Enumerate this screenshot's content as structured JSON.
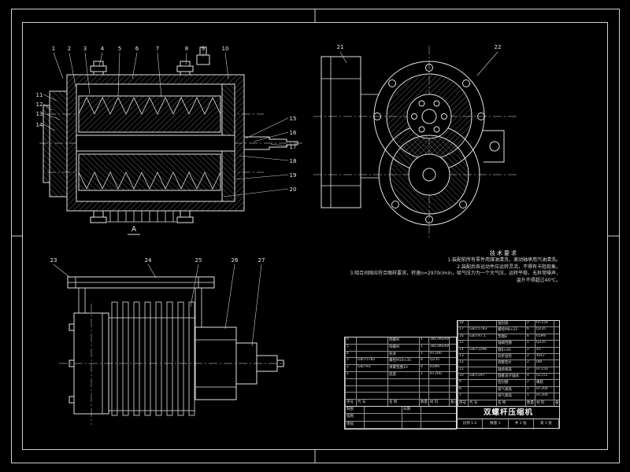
{
  "sheet": {
    "label_a": "A"
  },
  "notes": {
    "heading": "技术要求",
    "lines": [
      "1.装配前所有零件用煤油清洗，滚动轴承用汽油清洗。",
      "2.装配后各运动件应运转灵活，不得有卡阻现象。",
      "3.啮合间隙应符合图样要求，转速n=2970r/min，吸气压力为一个大气压，运转平稳，无异常噪声，",
      "温升不得超过40℃。"
    ]
  },
  "callouts": {
    "a_top": [
      "1",
      "2",
      "3",
      "4",
      "5",
      "6",
      "7",
      "8",
      "9",
      "10"
    ],
    "a_left": [
      "11",
      "12",
      "13",
      "14"
    ],
    "a_right": [
      "15",
      "16",
      "17",
      "18",
      "19",
      "20"
    ],
    "b_top": [
      "21",
      "22"
    ],
    "c_top": [
      "23",
      "24",
      "25",
      "26",
      "27"
    ]
  },
  "bom": {
    "headers": [
      "序号",
      "代  号",
      "名  称",
      "数量",
      "材 料",
      "备注"
    ],
    "right_rows": [
      [
        "18",
        "",
        "油封盖",
        "2",
        "HT150",
        ""
      ],
      [
        "17",
        "GB/T5783",
        "螺栓M8×25",
        "6",
        "Q235",
        ""
      ],
      [
        "16",
        "GB/T97.1",
        "垫圈8",
        "6",
        "65Mn",
        ""
      ],
      [
        "15",
        "",
        "轴端挡圈",
        "1",
        "Q235",
        ""
      ],
      [
        "14",
        "GB/T1096",
        "键8×40",
        "2",
        "45",
        ""
      ],
      [
        "13",
        "",
        "同步齿轮",
        "2",
        "40Cr",
        ""
      ],
      [
        "12",
        "",
        "调整垫片",
        "2",
        "08F",
        ""
      ],
      [
        "11",
        "",
        "轴承端盖",
        "2",
        "HT150",
        ""
      ],
      [
        "10",
        "GB/T297",
        "圆锥滚子轴承",
        "4",
        "GCr15",
        ""
      ],
      [
        "9",
        "",
        "密封圈",
        "2",
        "橡胶",
        ""
      ],
      [
        "8",
        "",
        "吸气端盖",
        "1",
        "HT200",
        ""
      ],
      [
        "7",
        "",
        "排气端盖",
        "1",
        "HT200",
        ""
      ]
    ],
    "left_rows": [
      [
        "6",
        "",
        "阴螺杆",
        "1",
        "38CrMoAlA",
        ""
      ],
      [
        "5",
        "",
        "阳螺杆",
        "1",
        "38CrMoAlA",
        ""
      ],
      [
        "4",
        "",
        "机体",
        "1",
        "HT200",
        ""
      ],
      [
        "3",
        "GB/T5782",
        "螺栓M10×35",
        "8",
        "Q235",
        ""
      ],
      [
        "2",
        "GB/T93",
        "弹簧垫圈10",
        "8",
        "65Mn",
        ""
      ],
      [
        "1",
        "",
        "底座",
        "1",
        "HT200",
        ""
      ],
      [
        "",
        "",
        "",
        "",
        "",
        ""
      ],
      [
        "",
        "",
        "",
        "",
        "",
        ""
      ],
      [
        "",
        "",
        "",
        "",
        "",
        ""
      ]
    ]
  },
  "titleblock": {
    "title": "双螺杆压缩机",
    "left_rows": [
      [
        "制图",
        "",
        "日期",
        ""
      ],
      [
        "描图",
        "",
        "",
        ""
      ],
      [
        "审核",
        "",
        "",
        ""
      ]
    ],
    "right_cells": [
      "比例 1:2",
      "数量 1",
      "共 1 张",
      "第 1 张"
    ]
  }
}
